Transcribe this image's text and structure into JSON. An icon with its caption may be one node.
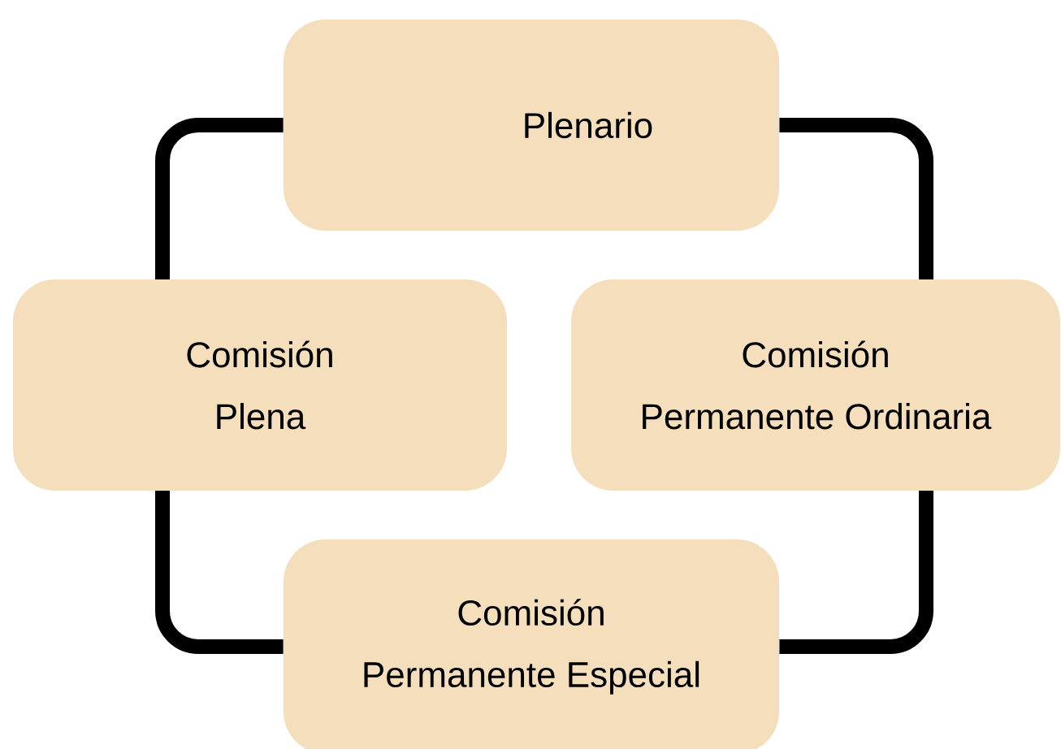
{
  "diagram": {
    "nodes": [
      {
        "text": [
          "Plenario"
        ]
      },
      {
        "text": [
          "Comisión Plena"
        ]
      },
      {
        "text": [
          "Comisión Permanente Ordinaria"
        ]
      },
      {
        "text": [
          "Comisión Permanente Especial"
        ]
      }
    ],
    "edges": [
      {
        "from": 0,
        "to": 1,
        "arrow": "none"
      },
      {
        "from": 0,
        "to": 2,
        "arrow": "none"
      },
      {
        "from": 1,
        "to": 3,
        "arrow": "none"
      },
      {
        "from": 2,
        "to": 3,
        "arrow": "none"
      }
    ]
  }
}
